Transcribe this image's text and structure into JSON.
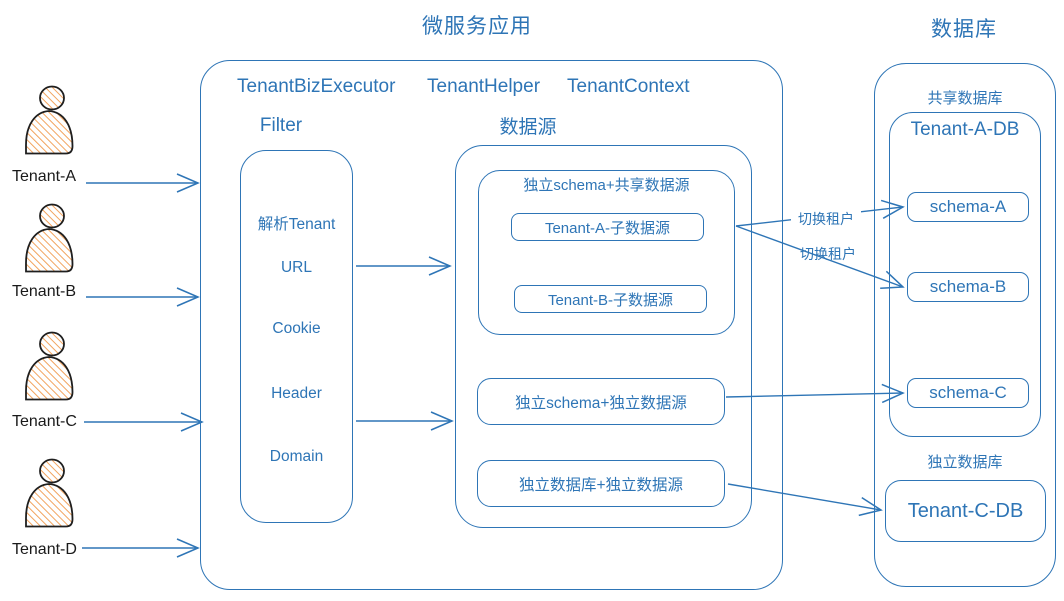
{
  "titles": {
    "app": "微服务应用",
    "db": "数据库"
  },
  "tenants": {
    "a": "Tenant-A",
    "b": "Tenant-B",
    "c": "Tenant-C",
    "d": "Tenant-D"
  },
  "app": {
    "components": {
      "executor": "TenantBizExecutor",
      "helper": "TenantHelper",
      "context": "TenantContext"
    },
    "filter": {
      "title": "Filter",
      "items": [
        "解析Tenant",
        "URL",
        "Cookie",
        "Header",
        "Domain"
      ]
    },
    "datasource": {
      "title": "数据源",
      "shared_group": {
        "label": "独立schema+共享数据源",
        "tenant_a": "Tenant-A-子数据源",
        "tenant_b": "Tenant-B-子数据源"
      },
      "indep_schema": "独立schema+独立数据源",
      "indep_db": "独立数据库+独立数据源"
    }
  },
  "db": {
    "shared_label": "共享数据库",
    "tenant_a_db": "Tenant-A-DB",
    "schemas": {
      "a": "schema-A",
      "b": "schema-B",
      "c": "schema-C"
    },
    "indep_label": "独立数据库",
    "tenant_c_db": "Tenant-C-DB"
  },
  "edges": {
    "switch_tenant": "切换租户"
  },
  "colors": {
    "accent": "#2E75B6",
    "person_hatch": "#F2A45F",
    "outline": "#1F1F1F"
  }
}
